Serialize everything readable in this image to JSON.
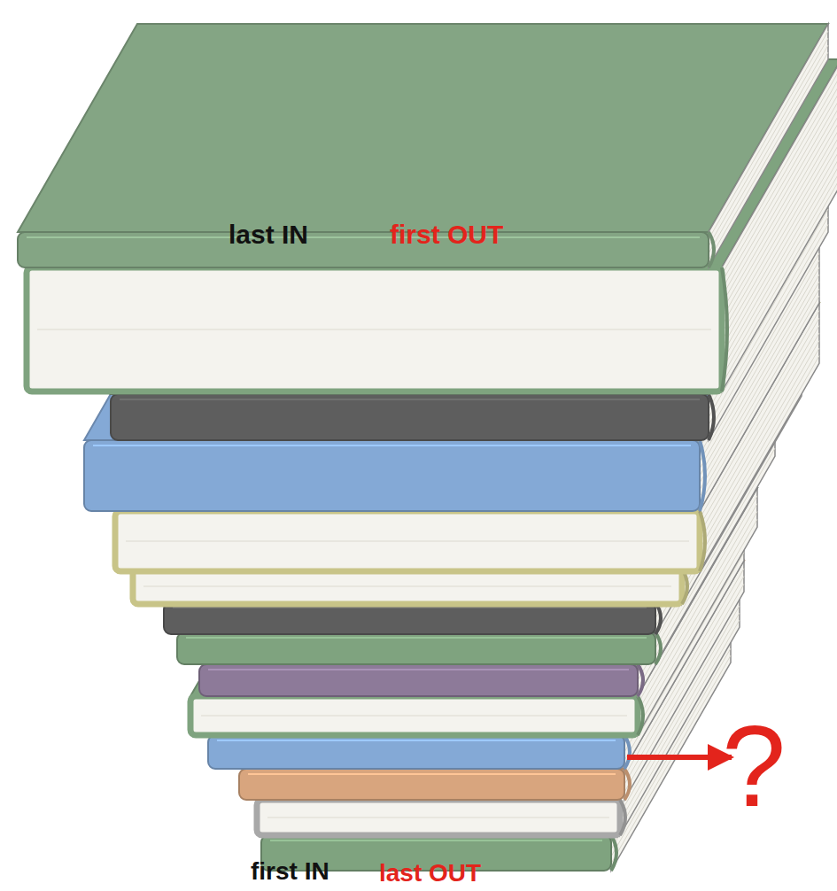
{
  "diagram": {
    "labels": [
      "last IN",
      "first OUT",
      "first IN",
      "last OUT",
      "?"
    ]
  }
}
